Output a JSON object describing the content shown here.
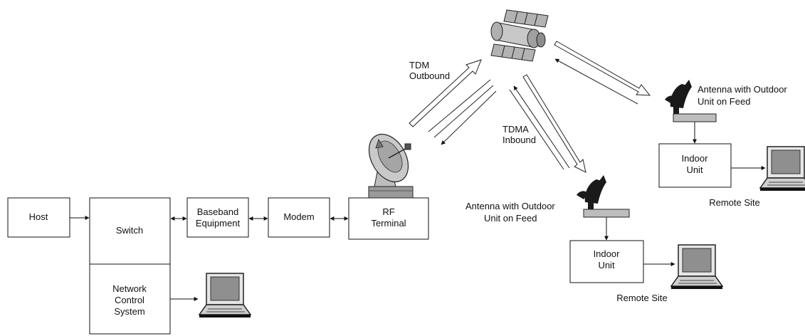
{
  "hub": {
    "host": "Host",
    "switch": "Switch",
    "baseband": [
      "Baseband",
      "Equipment"
    ],
    "modem": "Modem",
    "rf_terminal": [
      "RF",
      "Terminal"
    ],
    "ncs": [
      "Network",
      "Control",
      "System"
    ]
  },
  "links": {
    "outbound": [
      "TDM",
      "Outbound"
    ],
    "inbound": [
      "TDMA",
      "Inbound"
    ]
  },
  "remote_a": {
    "antenna_label": [
      "Antenna with Outdoor",
      "Unit on Feed"
    ],
    "indoor_unit": [
      "Indoor",
      "Unit"
    ],
    "site_label": "Remote Site"
  },
  "remote_b": {
    "antenna_label": [
      "Antenna with Outdoor",
      "Unit on Feed"
    ],
    "indoor_unit": [
      "Indoor",
      "Unit"
    ],
    "site_label": "Remote Site"
  }
}
